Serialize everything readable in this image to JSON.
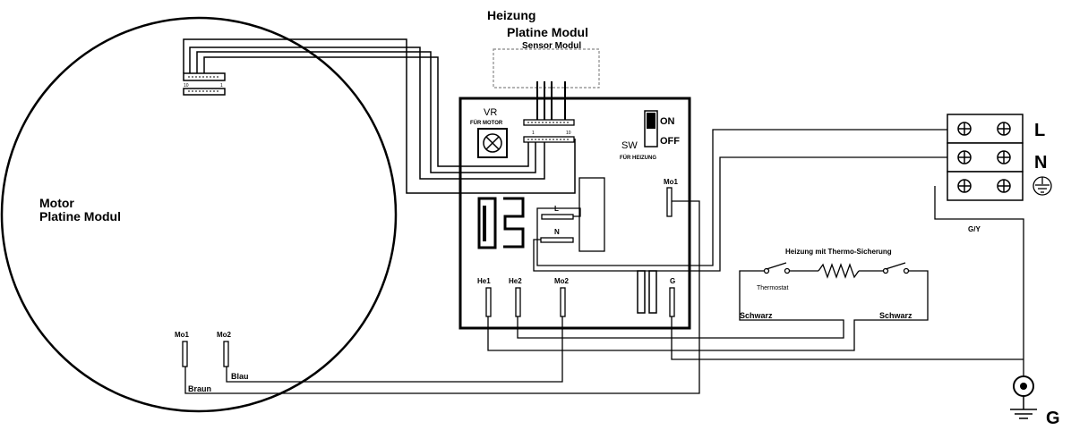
{
  "labels": {
    "heizung": "Heizung",
    "platine_modul": "Platine Modul",
    "sensor_modul": "Sensor Modul",
    "vr": "VR",
    "fur_motor": "FÜR MOTOR",
    "sw": "SW",
    "on": "ON",
    "off": "OFF",
    "fur_heizung": "FÜR HEIZUNG",
    "motor": "Motor",
    "motor_platine_modul": "Platine Modul",
    "mo1_board": "Mo1",
    "mo1_motor": "Mo1",
    "mo2_motor": "Mo2",
    "mo2_board": "Mo2",
    "he1": "He1",
    "he2": "He2",
    "g_board": "G",
    "l_board": "L",
    "n_board": "N",
    "connector_10": "10",
    "connector_1": "1",
    "connector_1b": "1",
    "connector_10b": "10",
    "braun": "Braun",
    "blau": "Blau",
    "heizung_thermo": "Heizung mit Thermo-Sicherung",
    "thermostat": "Thermostat",
    "schwarz_left": "Schwarz",
    "schwarz_right": "Schwarz",
    "gy": "G/Y",
    "terminal_l": "L",
    "terminal_n": "N",
    "ground_g": "G"
  }
}
